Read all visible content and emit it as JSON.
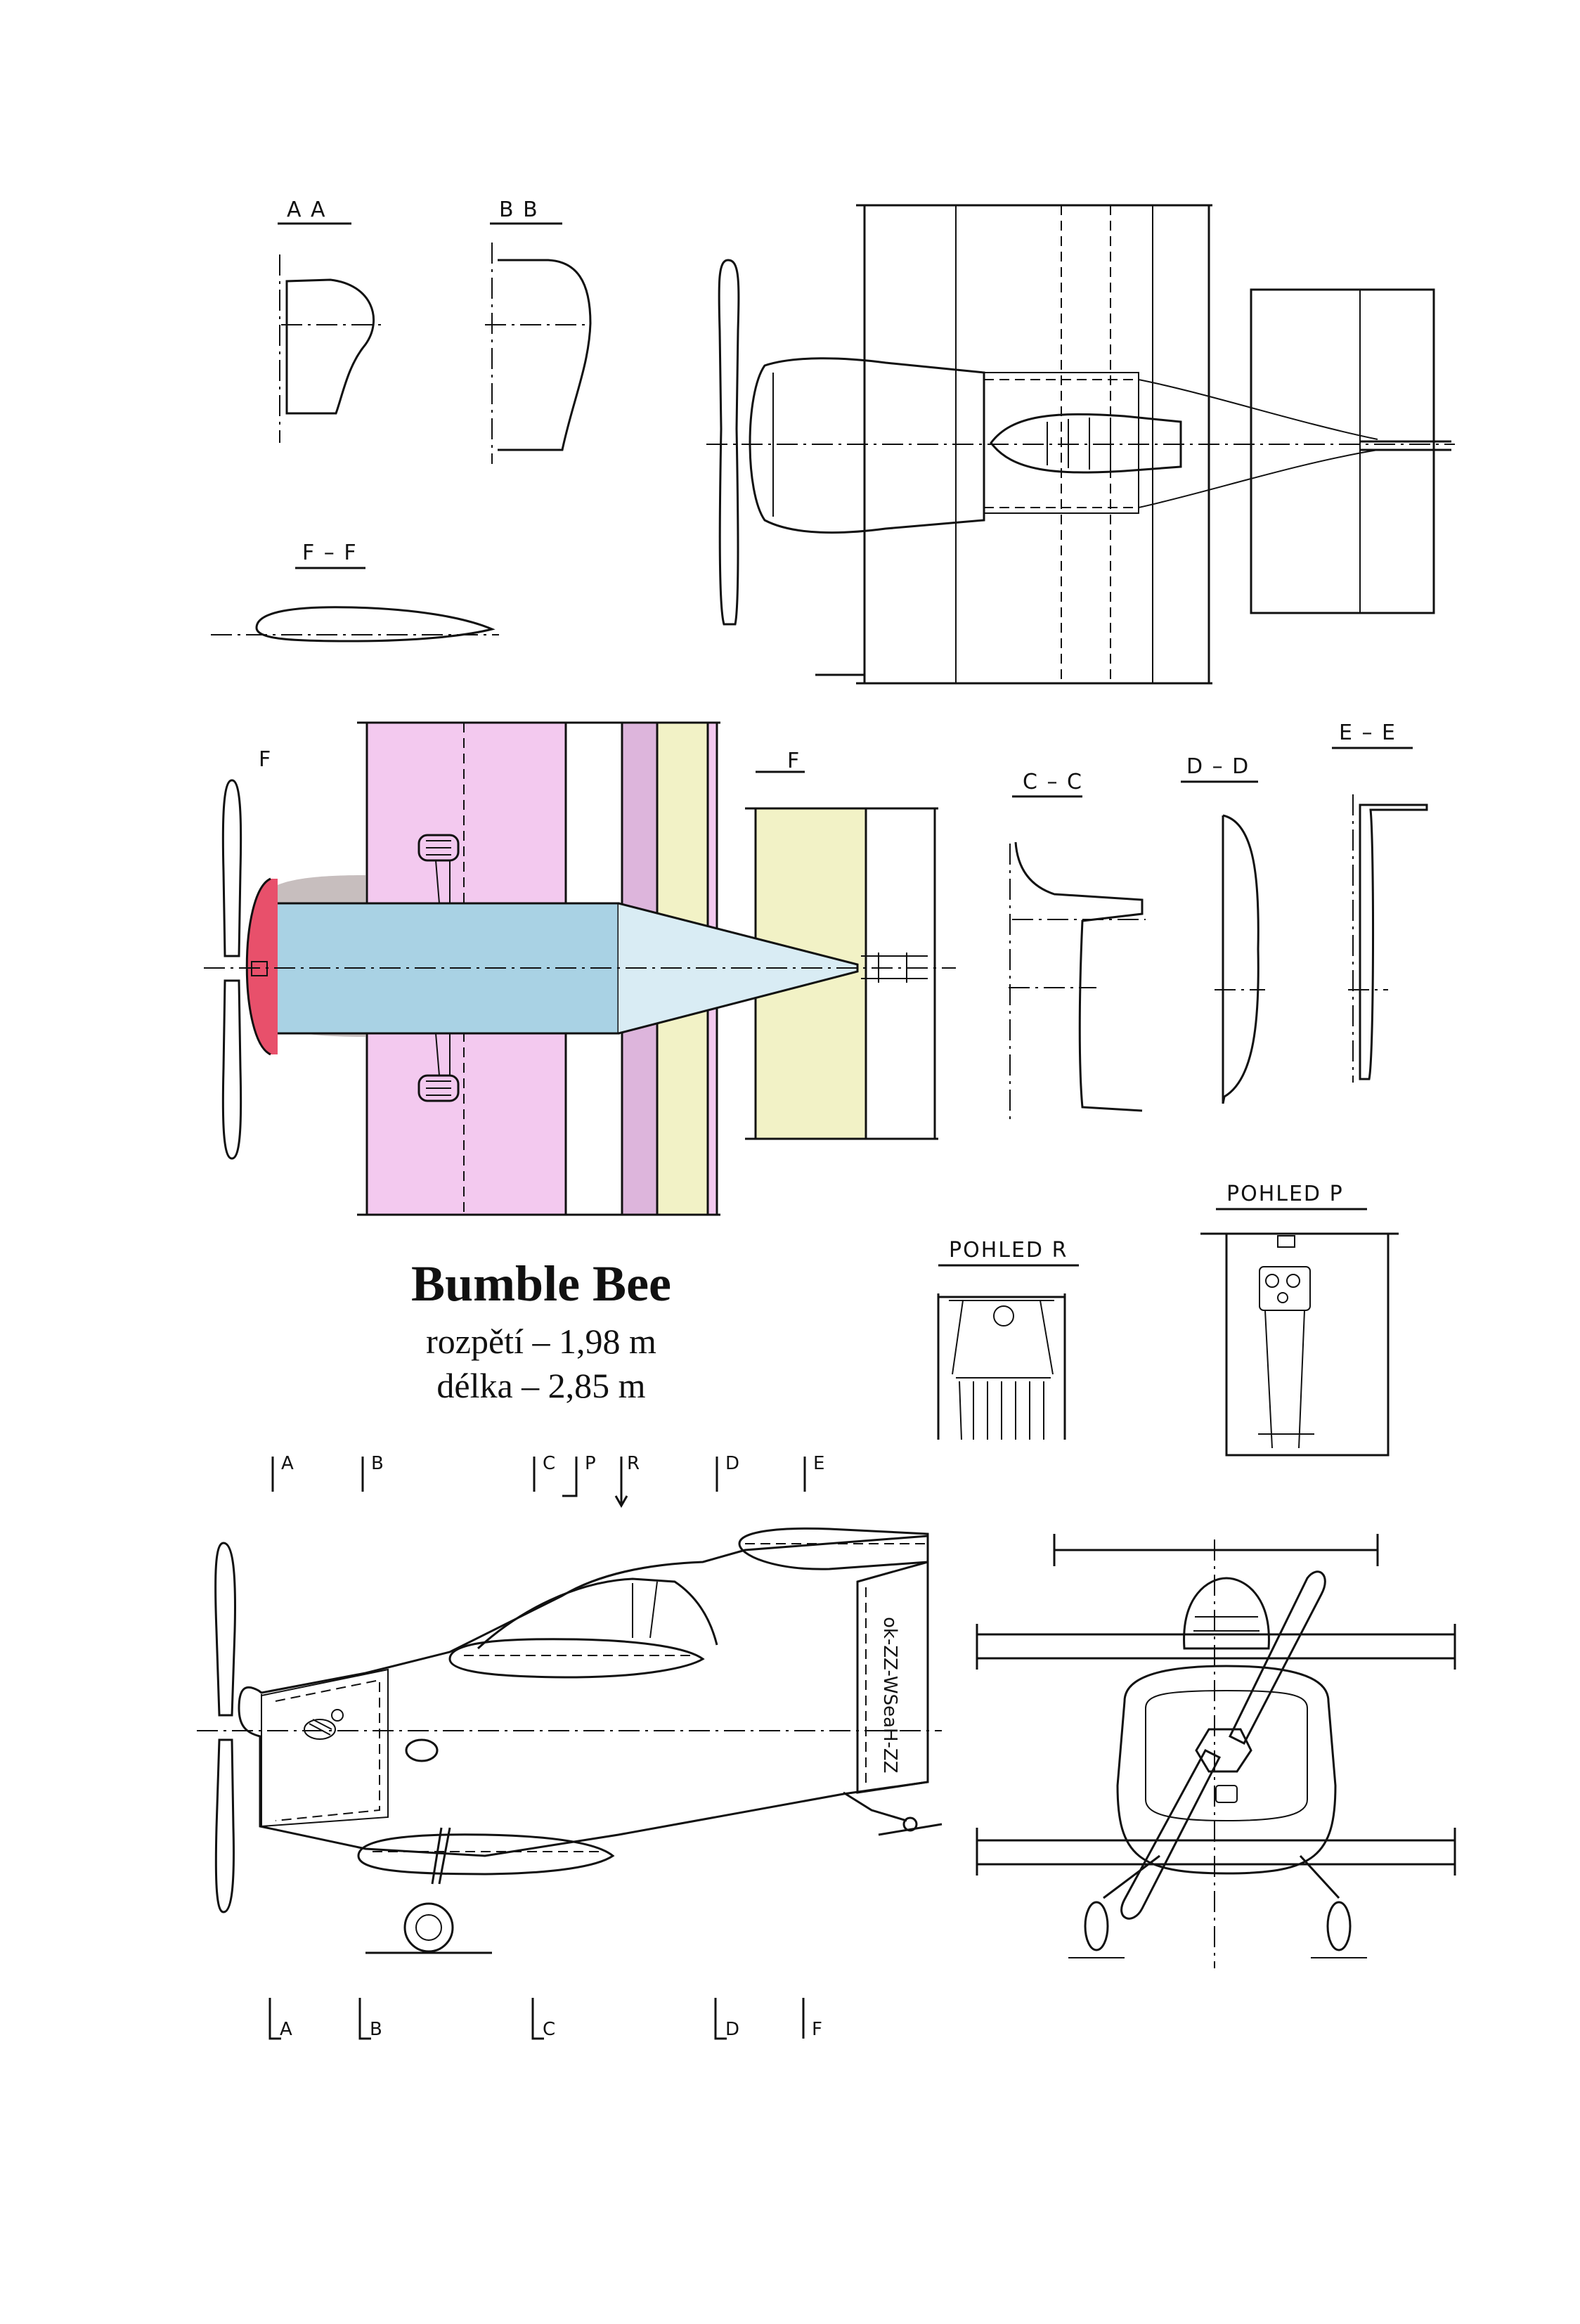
{
  "title": "Bumble Bee",
  "specs": {
    "span": "rozpětí – 1,98 m",
    "length": "délka – 2,85 m"
  },
  "section_labels": {
    "aa": "A A",
    "bb": "B B",
    "ff": "F – F",
    "cc": "C – C",
    "dd": "D – D",
    "ee": "E – E",
    "f_left": "F",
    "f_right": "F"
  },
  "view_labels": {
    "pohled_r": "POHLED R",
    "pohled_p": "POHLED P"
  },
  "station_marks_top": [
    "A",
    "B",
    "C",
    "P",
    "R",
    "D",
    "E"
  ],
  "station_marks_bottom": [
    "A",
    "B",
    "C",
    "D",
    "F"
  ],
  "side_registration": "ok-ZZ-WSeaH-ZZ",
  "colors": {
    "cowl_red": "#e8506b",
    "fuselage_blue": "#a9d2e4",
    "tail_cone_blue": "#d9ecf4",
    "wing_pink": "#f3c9ef",
    "strip_lilac": "#ddb5dc",
    "tail_yellow": "#f2f2c6",
    "gray": "#c7bebe"
  }
}
